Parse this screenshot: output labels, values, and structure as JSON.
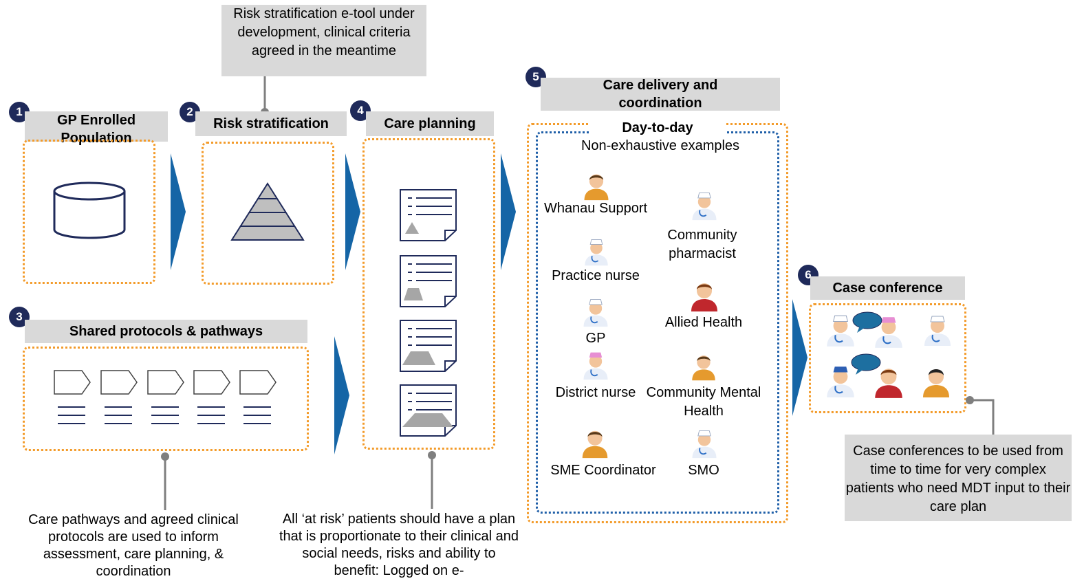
{
  "steps": [
    {
      "number": "1",
      "title": "GP Enrolled Population"
    },
    {
      "number": "2",
      "title": "Risk stratification"
    },
    {
      "number": "3",
      "title": "Shared protocols & pathways"
    },
    {
      "number": "4",
      "title": "Care planning"
    },
    {
      "number": "5",
      "title": "Care delivery and coordination"
    },
    {
      "number": "6",
      "title": "Case conference"
    }
  ],
  "notes": {
    "risk_tool": "Risk stratification e-tool under development, clinical criteria agreed in the meantime",
    "pathways": "Care pathways and agreed clinical protocols are used to inform assessment, care planning, & coordination",
    "at_risk": "All ‘at risk’ patients should have a plan that is proportionate to their clinical and social needs, risks and ability to benefit: Logged on e-",
    "case_conf": "Case conferences to be used from time to time for very complex patients who need MDT input to their care plan"
  },
  "delivery": {
    "day_to_day": "Day-to-day",
    "subtitle": "Non-exhaustive examples",
    "roles": {
      "whanau": "Whanau Support",
      "pharmacist": "Community pharmacist",
      "practice_nurse": "Practice nurse",
      "allied": "Allied Health",
      "gp": "GP",
      "district_nurse": "District nurse",
      "mental_health": "Community Mental Health",
      "sme": "SME Coordinator",
      "smo": "SMO"
    }
  },
  "colors": {
    "badge": "#1f2a5a",
    "arrow": "#1565a6",
    "orange_dots": "#f39b2a",
    "blue_dots": "#1f5fa8",
    "header_bg": "#d9d9d9",
    "icon_line": "#1f2a5a"
  },
  "icons": [
    "database-icon",
    "pyramid-icon",
    "care-plan-document-icon",
    "process-chevron-icon",
    "person-icon",
    "speech-bubble-icon"
  ]
}
